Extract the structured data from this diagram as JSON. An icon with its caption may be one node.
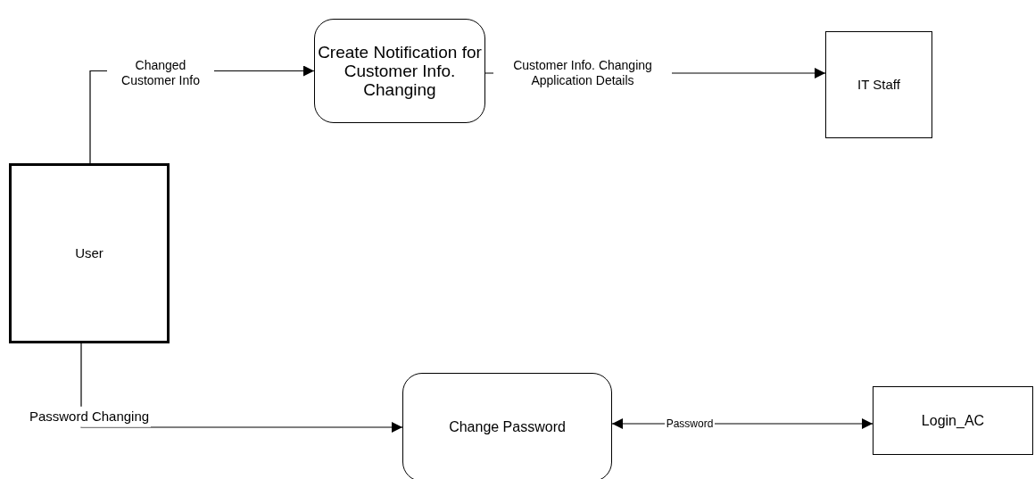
{
  "diagram": {
    "nodes": [
      {
        "text": [
          "User"
        ]
      },
      {
        "text": [
          "Create Notification for Customer Info. Changing"
        ]
      },
      {
        "text": [
          "IT Staff"
        ]
      },
      {
        "text": [
          "Change Password"
        ]
      },
      {
        "text": [
          "Login_AC"
        ]
      }
    ],
    "edges": [
      {
        "from": 0,
        "to": 1,
        "arrow": "to",
        "label": "Changed Customer Info"
      },
      {
        "from": 1,
        "to": 2,
        "arrow": "to",
        "label": "Customer Info. Changing Application Details"
      },
      {
        "from": 0,
        "to": 3,
        "arrow": "to",
        "label": "Password Changing"
      },
      {
        "from": 3,
        "to": 4,
        "arrow": "both",
        "label": "Password"
      }
    ]
  }
}
